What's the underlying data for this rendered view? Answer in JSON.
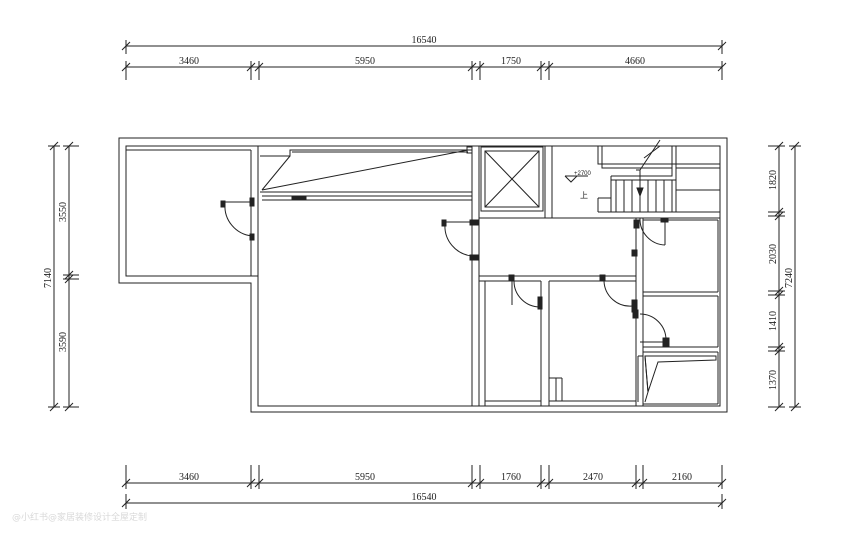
{
  "dimensions": {
    "top_total": "16540",
    "top_segments": [
      "3460",
      "5950",
      "1750",
      "4660"
    ],
    "bottom_segments": [
      "3460",
      "5950",
      "1760",
      "2470",
      "2160"
    ],
    "bottom_total": "16540",
    "left_total": "7140",
    "left_segments": [
      "3550",
      "3590"
    ],
    "right_segments": [
      "1820",
      "2030",
      "1410",
      "1370"
    ],
    "right_total": "7240"
  },
  "annotations": {
    "elevation": "+2700",
    "stair_up": "上"
  },
  "watermark": "@小红书@家居装修设计全屋定制",
  "colors": {
    "line": "#222222",
    "background": "#ffffff"
  }
}
